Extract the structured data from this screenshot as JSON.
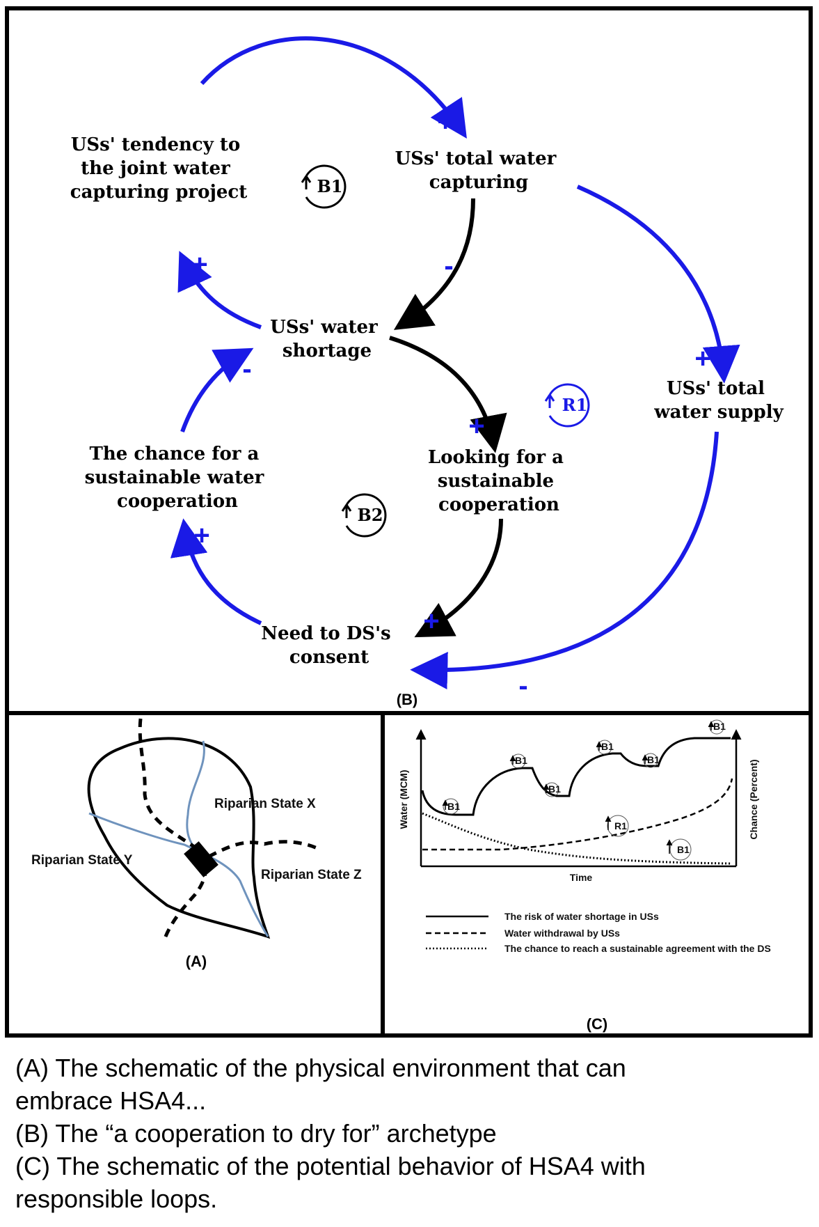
{
  "panel_b": {
    "label": "(B)",
    "nodes": {
      "tendency": [
        "USs' tendency to",
        "the joint water",
        "capturing project"
      ],
      "capturing": [
        "USs' total water",
        "capturing"
      ],
      "shortage": [
        "USs' water",
        "shortage"
      ],
      "supply": [
        "USs' total",
        "water supply"
      ],
      "chance": [
        "The chance for a",
        "sustainable water",
        "cooperation"
      ],
      "looking": [
        "Looking for a",
        "sustainable",
        "cooperation"
      ],
      "need": [
        "Need to DS's",
        "consent"
      ]
    },
    "loops": {
      "b1": "B1",
      "b2": "B2",
      "r1": "R1"
    },
    "signs": {
      "tendency_to_capturing": "+",
      "capturing_to_shortage": "-",
      "shortage_to_tendency": "+",
      "capturing_to_supply": "+",
      "supply_to_need": "-",
      "shortage_to_looking": "+",
      "looking_to_need": "+",
      "need_to_chance": "+",
      "chance_to_shortage": "-"
    },
    "colors": {
      "positive_link": "#1a1ae6",
      "negative_link": "#000000"
    }
  },
  "panel_a": {
    "label": "(A)",
    "states": [
      "Riparian State X",
      "Riparian State Y",
      "Riparian State Z"
    ],
    "colors": {
      "river": "#6f93bd",
      "border": "#000000"
    }
  },
  "panel_c": {
    "label": "(C)",
    "y_left_label": "Water (MCM)",
    "y_right_label": "Chance (Percent)",
    "x_label": "Time",
    "loop_tags": [
      "B1",
      "B1",
      "B1",
      "B1",
      "B1",
      "B1",
      "R1",
      "B1"
    ],
    "legend": [
      {
        "style": "solid",
        "text": "The risk of water shortage in USs"
      },
      {
        "style": "dashed",
        "text": "Water withdrawal by USs"
      },
      {
        "style": "dotted",
        "text": "The chance to reach a sustainable agreement  with the DS"
      }
    ]
  },
  "caption": [
    " (A) The schematic of the physical environment that can",
    "embrace HSA4...",
    "(B) The “a cooperation to dry for” archetype",
    "(C) The schematic of the potential behavior of HSA4 with",
    "responsible loops."
  ]
}
